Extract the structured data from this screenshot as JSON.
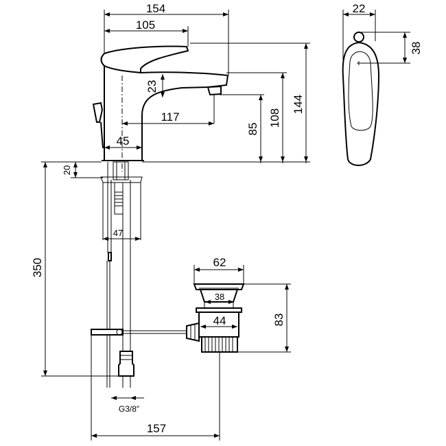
{
  "dimensions": {
    "top_overall_width": "154",
    "lever_length": "105",
    "side_view_width": "22",
    "side_view_height": "38",
    "spout_drop": "23",
    "spout_reach": "117",
    "outlet_height": "85",
    "spout_height": "108",
    "total_height": "144",
    "base_diameter": "45",
    "deck_offset": "20",
    "shank_width": "47",
    "pipe_length": "350",
    "waste_flange": "62",
    "waste_inner": "38",
    "waste_body": "44",
    "waste_height": "83",
    "thread_spec": "G3/8″",
    "rod_reach": "157"
  }
}
